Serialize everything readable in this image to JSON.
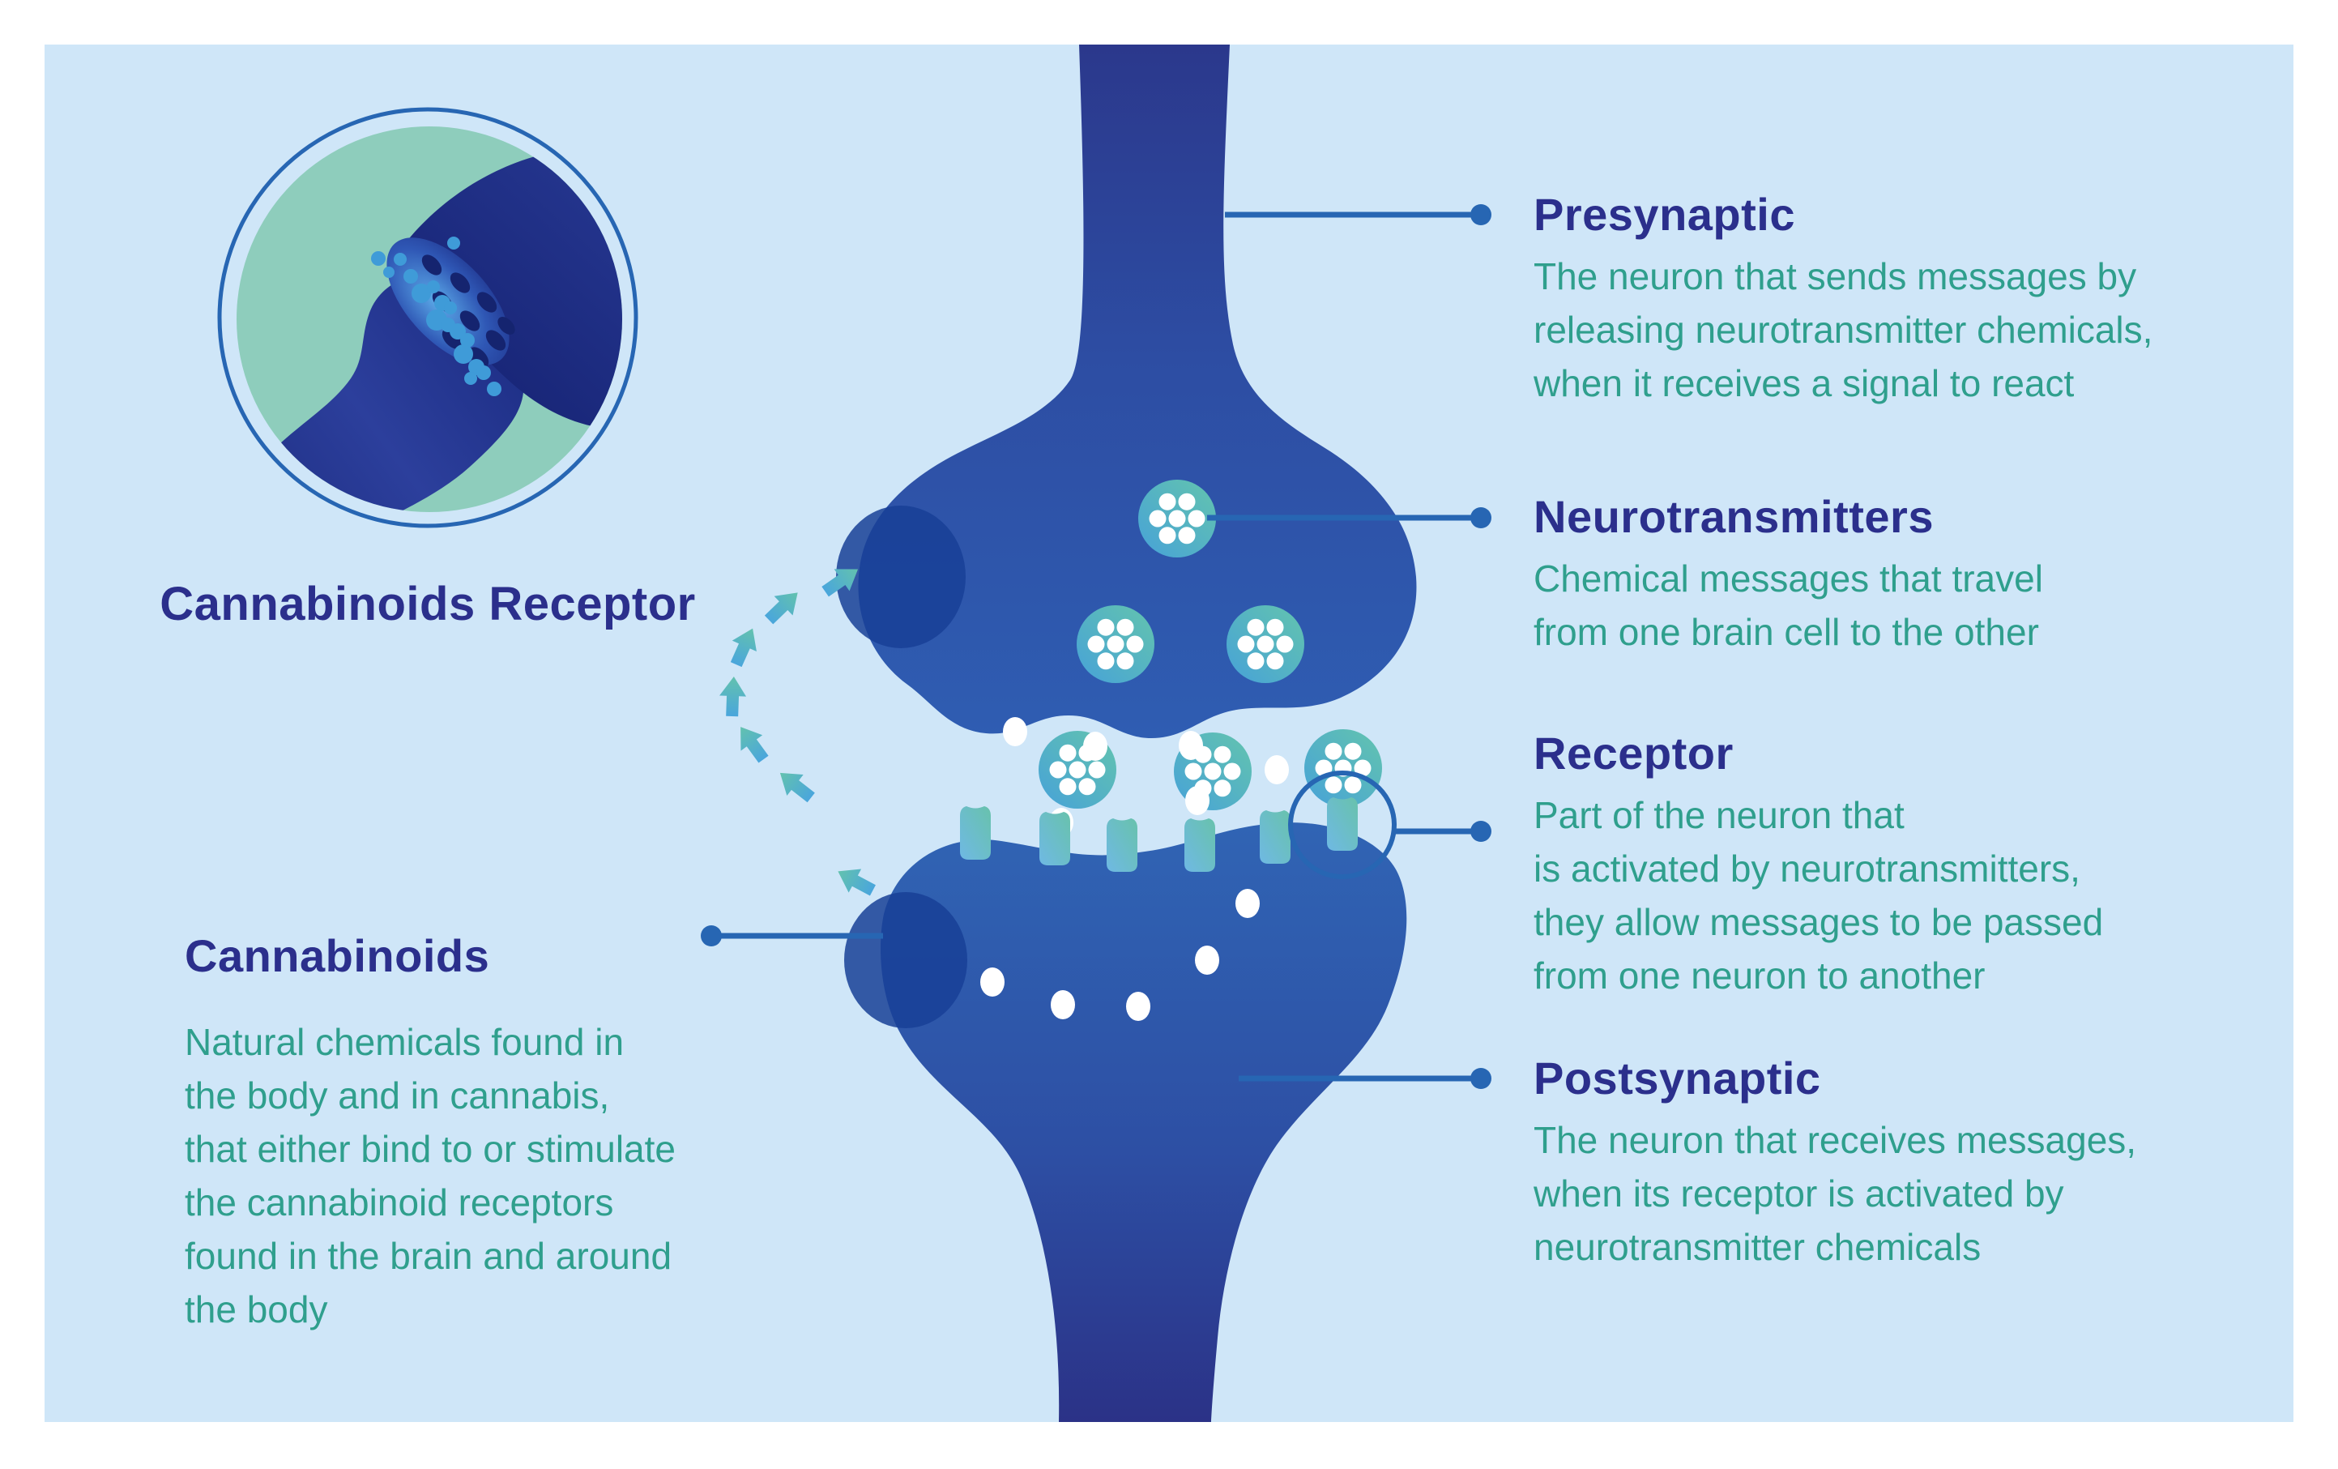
{
  "inset": {
    "title": "Cannabinoids Receptor"
  },
  "labels": {
    "presynaptic": {
      "title": "Presynaptic",
      "lines": [
        "The neuron that sends messages by",
        "releasing neurotransmitter chemicals,",
        "when it receives a signal to react"
      ]
    },
    "neurotransmitters": {
      "title": "Neurotransmitters",
      "lines": [
        "Chemical messages that travel",
        "from one brain cell to the other"
      ]
    },
    "receptor": {
      "title": "Receptor",
      "lines": [
        "Part of the neuron that",
        "is activated by neurotransmitters,",
        "they allow messages to be passed",
        "from one neuron to another"
      ]
    },
    "cannabinoids": {
      "title": "Cannabinoids",
      "lines": [
        "Natural chemicals found in",
        "the body and in cannabis,",
        "that either bind to or stimulate",
        "the cannabinoid receptors",
        "found in the brain and around",
        "the body"
      ]
    },
    "postsynaptic": {
      "title": "Postsynaptic",
      "lines": [
        "The neuron that receives messages,",
        "when its receptor is activated by",
        "neurotransmitter chemicals"
      ]
    }
  },
  "colors": {
    "page_bg": "#ffffff",
    "panel_bg": "#cfe6f8",
    "heading": "#2b2f8c",
    "body_text": "#2f9f8d",
    "leader": "#2766b3",
    "presyn_top": "#2b388c",
    "presyn_bottom": "#2f5db2",
    "postsyn_top": "#3064b4",
    "postsyn_bottom": "#2b3287",
    "cannabinoid_spot": "#173f96",
    "vesicle_blue": "#47a2d8",
    "vesicle_teal": "#63c4ae",
    "peg_teal": "#68c2ac",
    "peg_blue": "#6fb9e4",
    "arrow_blue": "#4aa6dc",
    "arrow_teal": "#63c2ae",
    "inset_teal": "#8ecdbc",
    "inset_navy": "#2c3f9c",
    "inset_navy_dark": "#131f6e",
    "inset_dot": "#3f9bd8",
    "face_glow": "#5caae8",
    "white": "#ffffff"
  }
}
